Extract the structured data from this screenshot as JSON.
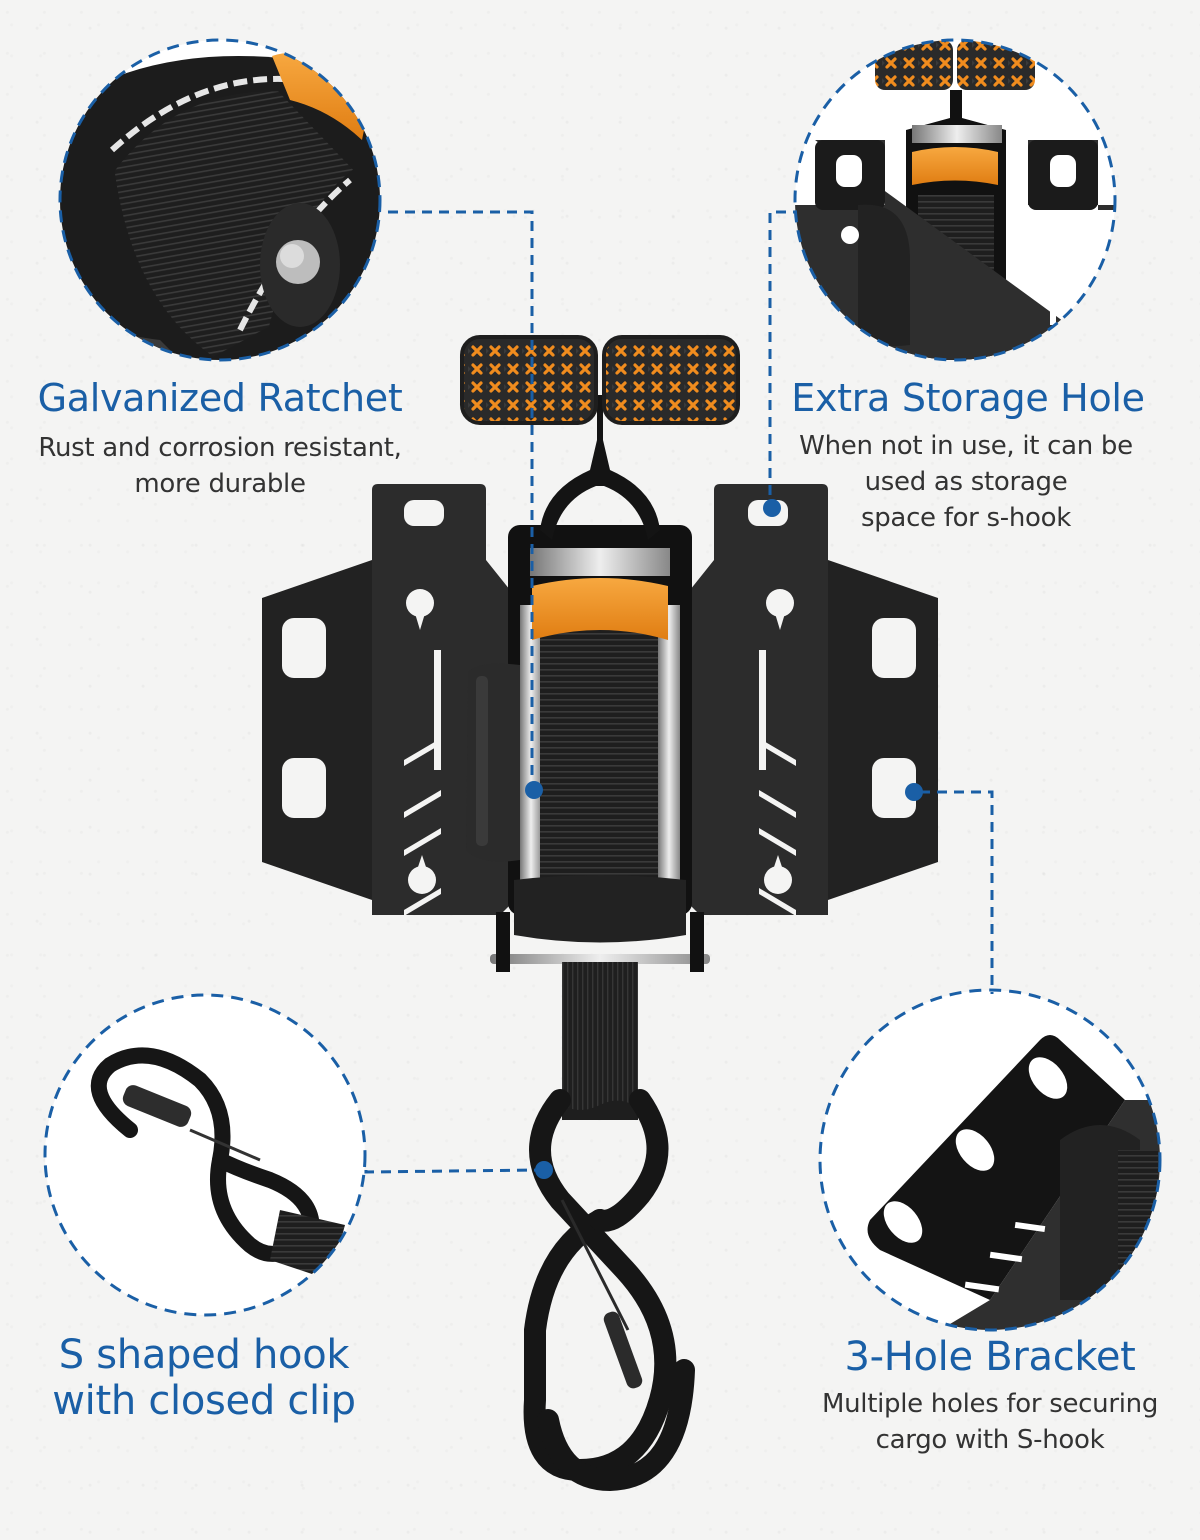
{
  "colors": {
    "accent": "#1a5fa6",
    "text": "#333333",
    "background": "#f4f4f3",
    "product_black": "#1b1b1b",
    "bracket_gray": "#2c2c2c",
    "handle_orange": "#f08c1e"
  },
  "features": [
    {
      "id": "galvanized-ratchet",
      "title": "Galvanized Ratchet",
      "description_lines": [
        "Rust and corrosion resistant,",
        "more durable"
      ],
      "detail_image": "ratchet-spool-closeup"
    },
    {
      "id": "extra-storage-hole",
      "title": "Extra Storage Hole",
      "description_lines": [
        "When not in use, it can be",
        "used as storage",
        "space for s-hook"
      ],
      "detail_image": "handle-and-top-holes-closeup"
    },
    {
      "id": "s-hook",
      "title_lines": [
        "S shaped hook",
        "with closed clip"
      ],
      "detail_image": "s-hook-closeup"
    },
    {
      "id": "three-hole-bracket",
      "title": "3-Hole Bracket",
      "description_lines": [
        "Multiple holes for securing",
        "cargo with S-hook"
      ],
      "detail_image": "angled-bracket-closeup"
    }
  ],
  "product": {
    "name": "retractable-ratchet-strap-with-mounting-bracket",
    "center_image": "ratchet-strap-front-view"
  }
}
